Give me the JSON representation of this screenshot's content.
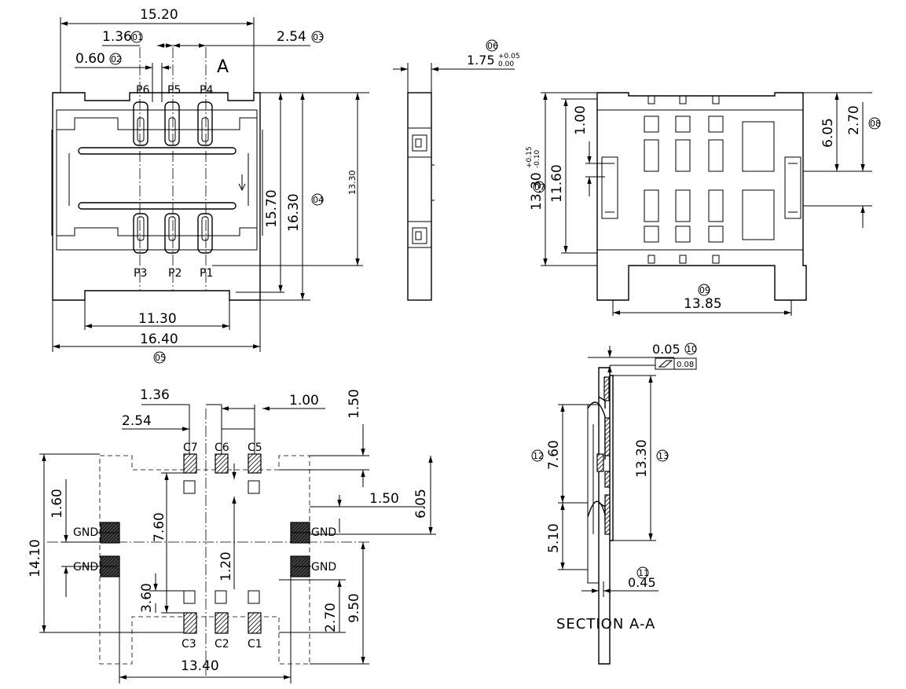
{
  "top_view": {
    "dim_width_top": "15.20",
    "dim_pitch_small": "1.36",
    "ref_01": "01",
    "dim_pitch_large": "2.54",
    "ref_03": "03",
    "dim_pin_width": "0.60",
    "ref_02": "02",
    "section_marker": "A",
    "pins_top": [
      "P6",
      "P5",
      "P4"
    ],
    "pins_bottom": [
      "P3",
      "P2",
      "P1"
    ],
    "dim_h_1570": "15.70",
    "dim_h_1630": "16.30",
    "ref_04": "04",
    "dim_h_1330": "13.30",
    "dim_w_1130": "11.30",
    "dim_w_1640": "16.40",
    "ref_05": "05"
  },
  "side_view": {
    "ref_06": "06",
    "dim_thickness": "1.75",
    "tol_plus": "+0.05",
    "tol_minus": "0.00"
  },
  "bottom_view": {
    "dim_1330": "13.30",
    "tol_plus": "+0.15",
    "tol_minus": "-0.10",
    "ref_07": "07",
    "dim_1160": "11.60",
    "dim_100": "1.00",
    "dim_605": "6.05",
    "dim_270": "2.70",
    "ref_08": "08",
    "ref_09": "09",
    "dim_1385": "13.85"
  },
  "footprint": {
    "dim_136": "1.36",
    "dim_254": "2.54",
    "dim_100": "1.00",
    "dim_150_top": "1.50",
    "dim_605": "6.05",
    "dim_150_right": "1.50",
    "dim_1410": "14.10",
    "dim_160": "1.60",
    "dim_760": "7.60",
    "dim_120": "1.20",
    "dim_360": "3.60",
    "dim_270": "2.70",
    "dim_950": "9.50",
    "dim_1340": "13.40",
    "contacts_top": [
      "C7",
      "C6",
      "C5"
    ],
    "contacts_bottom": [
      "C3",
      "C2",
      "C1"
    ],
    "gnd_label": "GND"
  },
  "section": {
    "dim_005": "0.05",
    "ref_10": "10",
    "flatness_tol": "0.08",
    "dim_760": "7.60",
    "ref_12": "12",
    "dim_1330": "13.30",
    "ref_13": "13",
    "dim_510": "5.10",
    "ref_11": "11",
    "dim_045": "0.45",
    "title": "SECTION A-A"
  }
}
